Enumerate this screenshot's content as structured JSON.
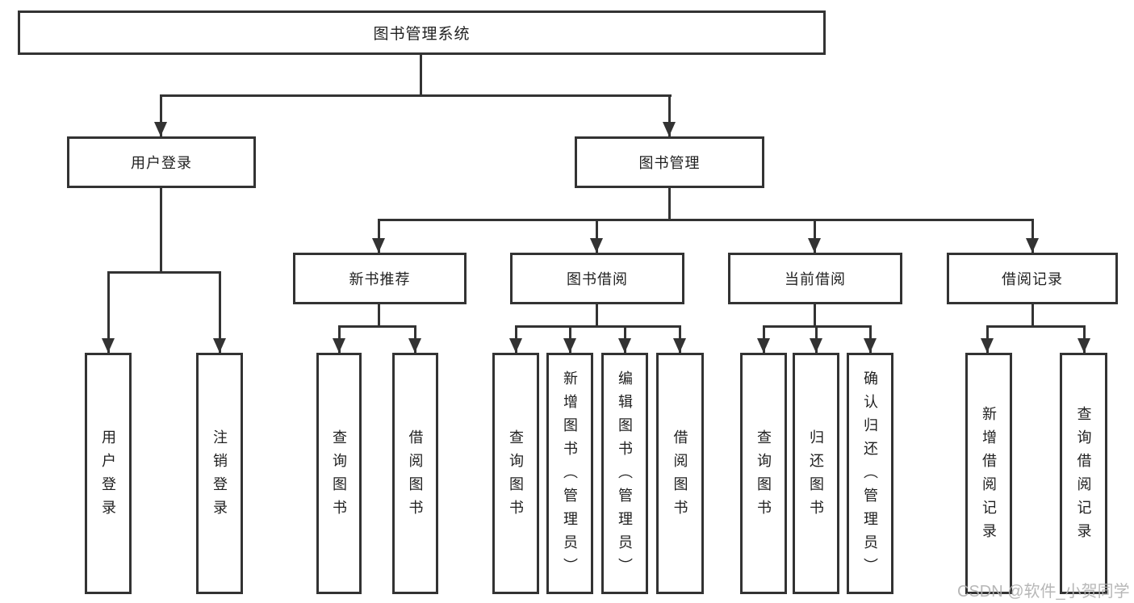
{
  "colors": {
    "line": "#333333",
    "text": "#212121",
    "watermark": "#b0b0b0"
  },
  "watermark": "CSDN @软件_小贺同学",
  "tree": {
    "root": "图书管理系统",
    "branches": [
      {
        "label": "用户登录",
        "children": [
          "用户登录",
          "注销登录"
        ]
      },
      {
        "label": "图书管理",
        "groups": [
          {
            "label": "新书推荐",
            "children": [
              "查询图书",
              "借阅图书"
            ]
          },
          {
            "label": "图书借阅",
            "children": [
              "查询图书",
              "新增图书（管理员）",
              "编辑图书（管理员）",
              "借阅图书"
            ]
          },
          {
            "label": "当前借阅",
            "children": [
              "查询图书",
              "归还图书",
              "确认归还（管理员）"
            ]
          },
          {
            "label": "借阅记录",
            "children": [
              "新增借阅记录",
              "查询借阅记录"
            ]
          }
        ]
      }
    ]
  }
}
